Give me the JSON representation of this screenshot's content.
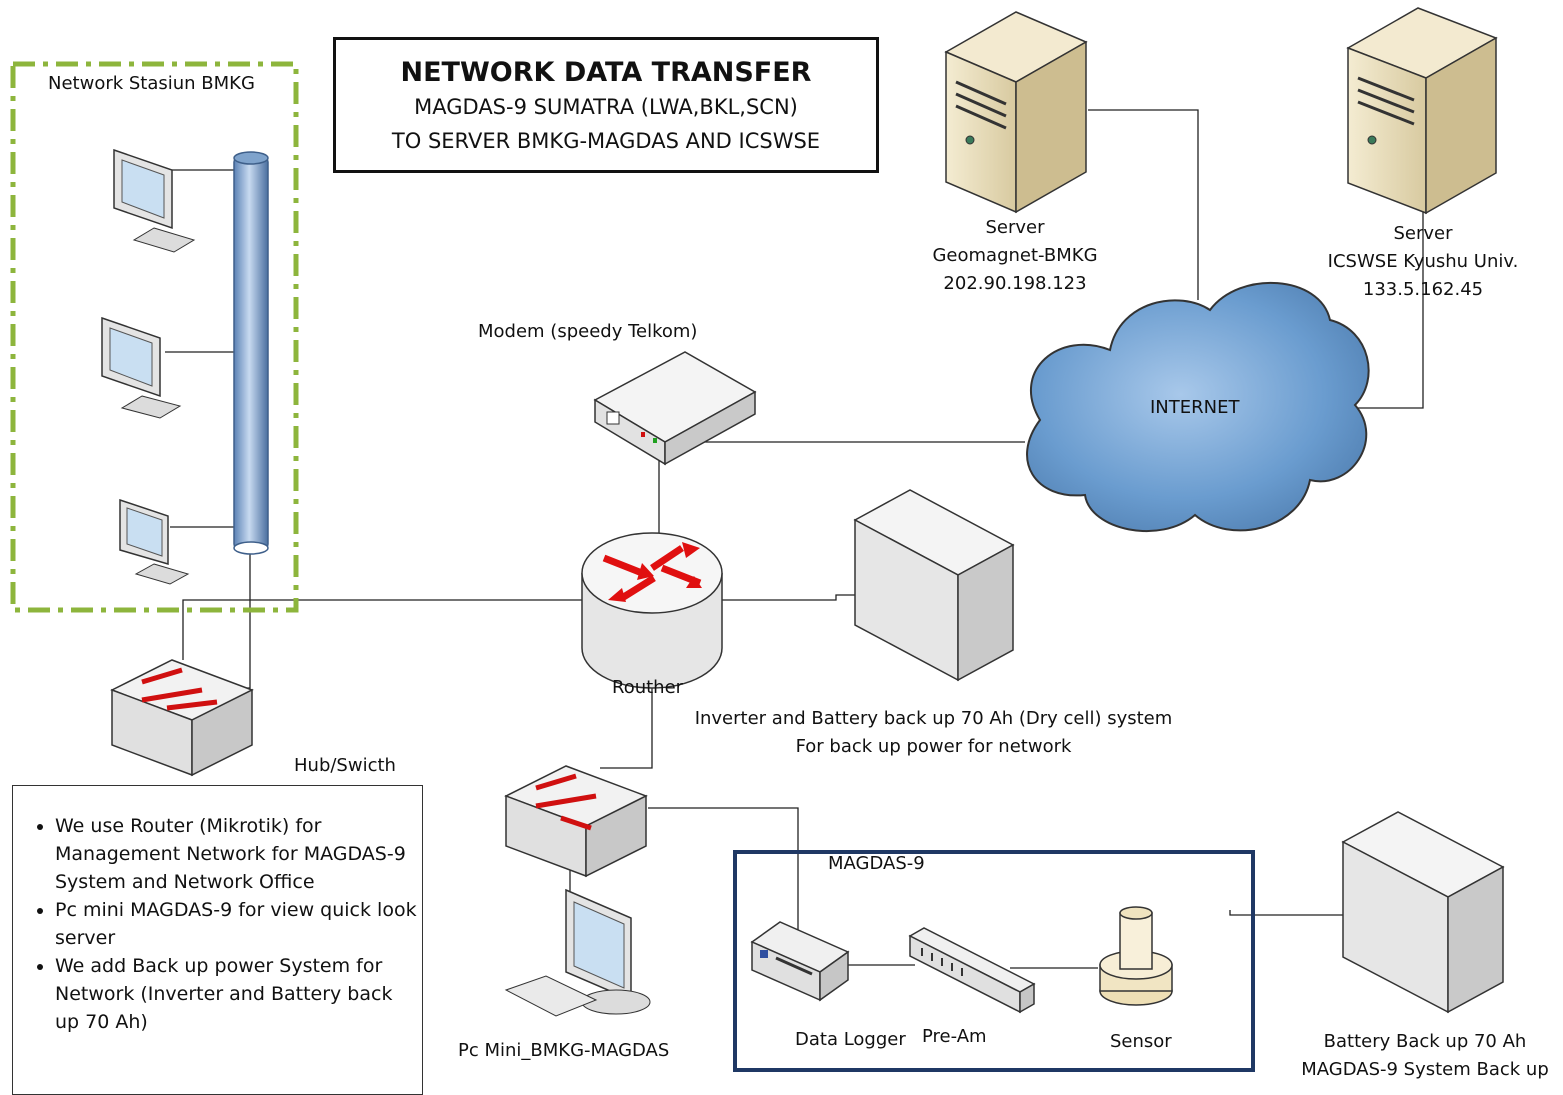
{
  "title": {
    "main": "NETWORK DATA TRANSFER",
    "line1": "MAGDAS-9 SUMATRA (LWA,BKL,SCN)",
    "line2": "TO SERVER BMKG-MAGDAS AND ICSWSE"
  },
  "network_group_label": "Network Stasiun BMKG",
  "server_bmkg": {
    "line1": "Server",
    "line2": "Geomagnet-BMKG",
    "line3": "202.90.198.123"
  },
  "server_icswse": {
    "line1": "Server",
    "line2": "ICSWSE Kyushu Univ.",
    "line3": "133.5.162.45"
  },
  "modem_label": "Modem (speedy Telkom)",
  "internet_label": "INTERNET",
  "router_label": "Routher",
  "inverter": {
    "line1": "Inverter and Battery back up 70 Ah (Dry cell) system",
    "line2": "For back up power for network"
  },
  "hub_label": "Hub/Swicth",
  "pc_mini_label": "Pc Mini_BMKG-MAGDAS",
  "magdas_box_label": "MAGDAS-9",
  "data_logger_label": "Data Logger",
  "preamp_label": "Pre-Am",
  "sensor_label": "Sensor",
  "battery": {
    "line1": "Battery Back up 70 Ah",
    "line2": "MAGDAS-9 System Back up"
  },
  "notes": [
    "We use Router (Mikrotik) for Management Network for MAGDAS-9 System and Network Office",
    "Pc mini MAGDAS-9 for view quick look server",
    "We add Back up power System for Network (Inverter and Battery back up 70 Ah)"
  ],
  "colors": {
    "group_border": "#8db53c",
    "magdas_border": "#1f3864",
    "cloud": "#6d9ccf",
    "router_arrow": "#e01010",
    "pipe": "#8fb1d8"
  }
}
